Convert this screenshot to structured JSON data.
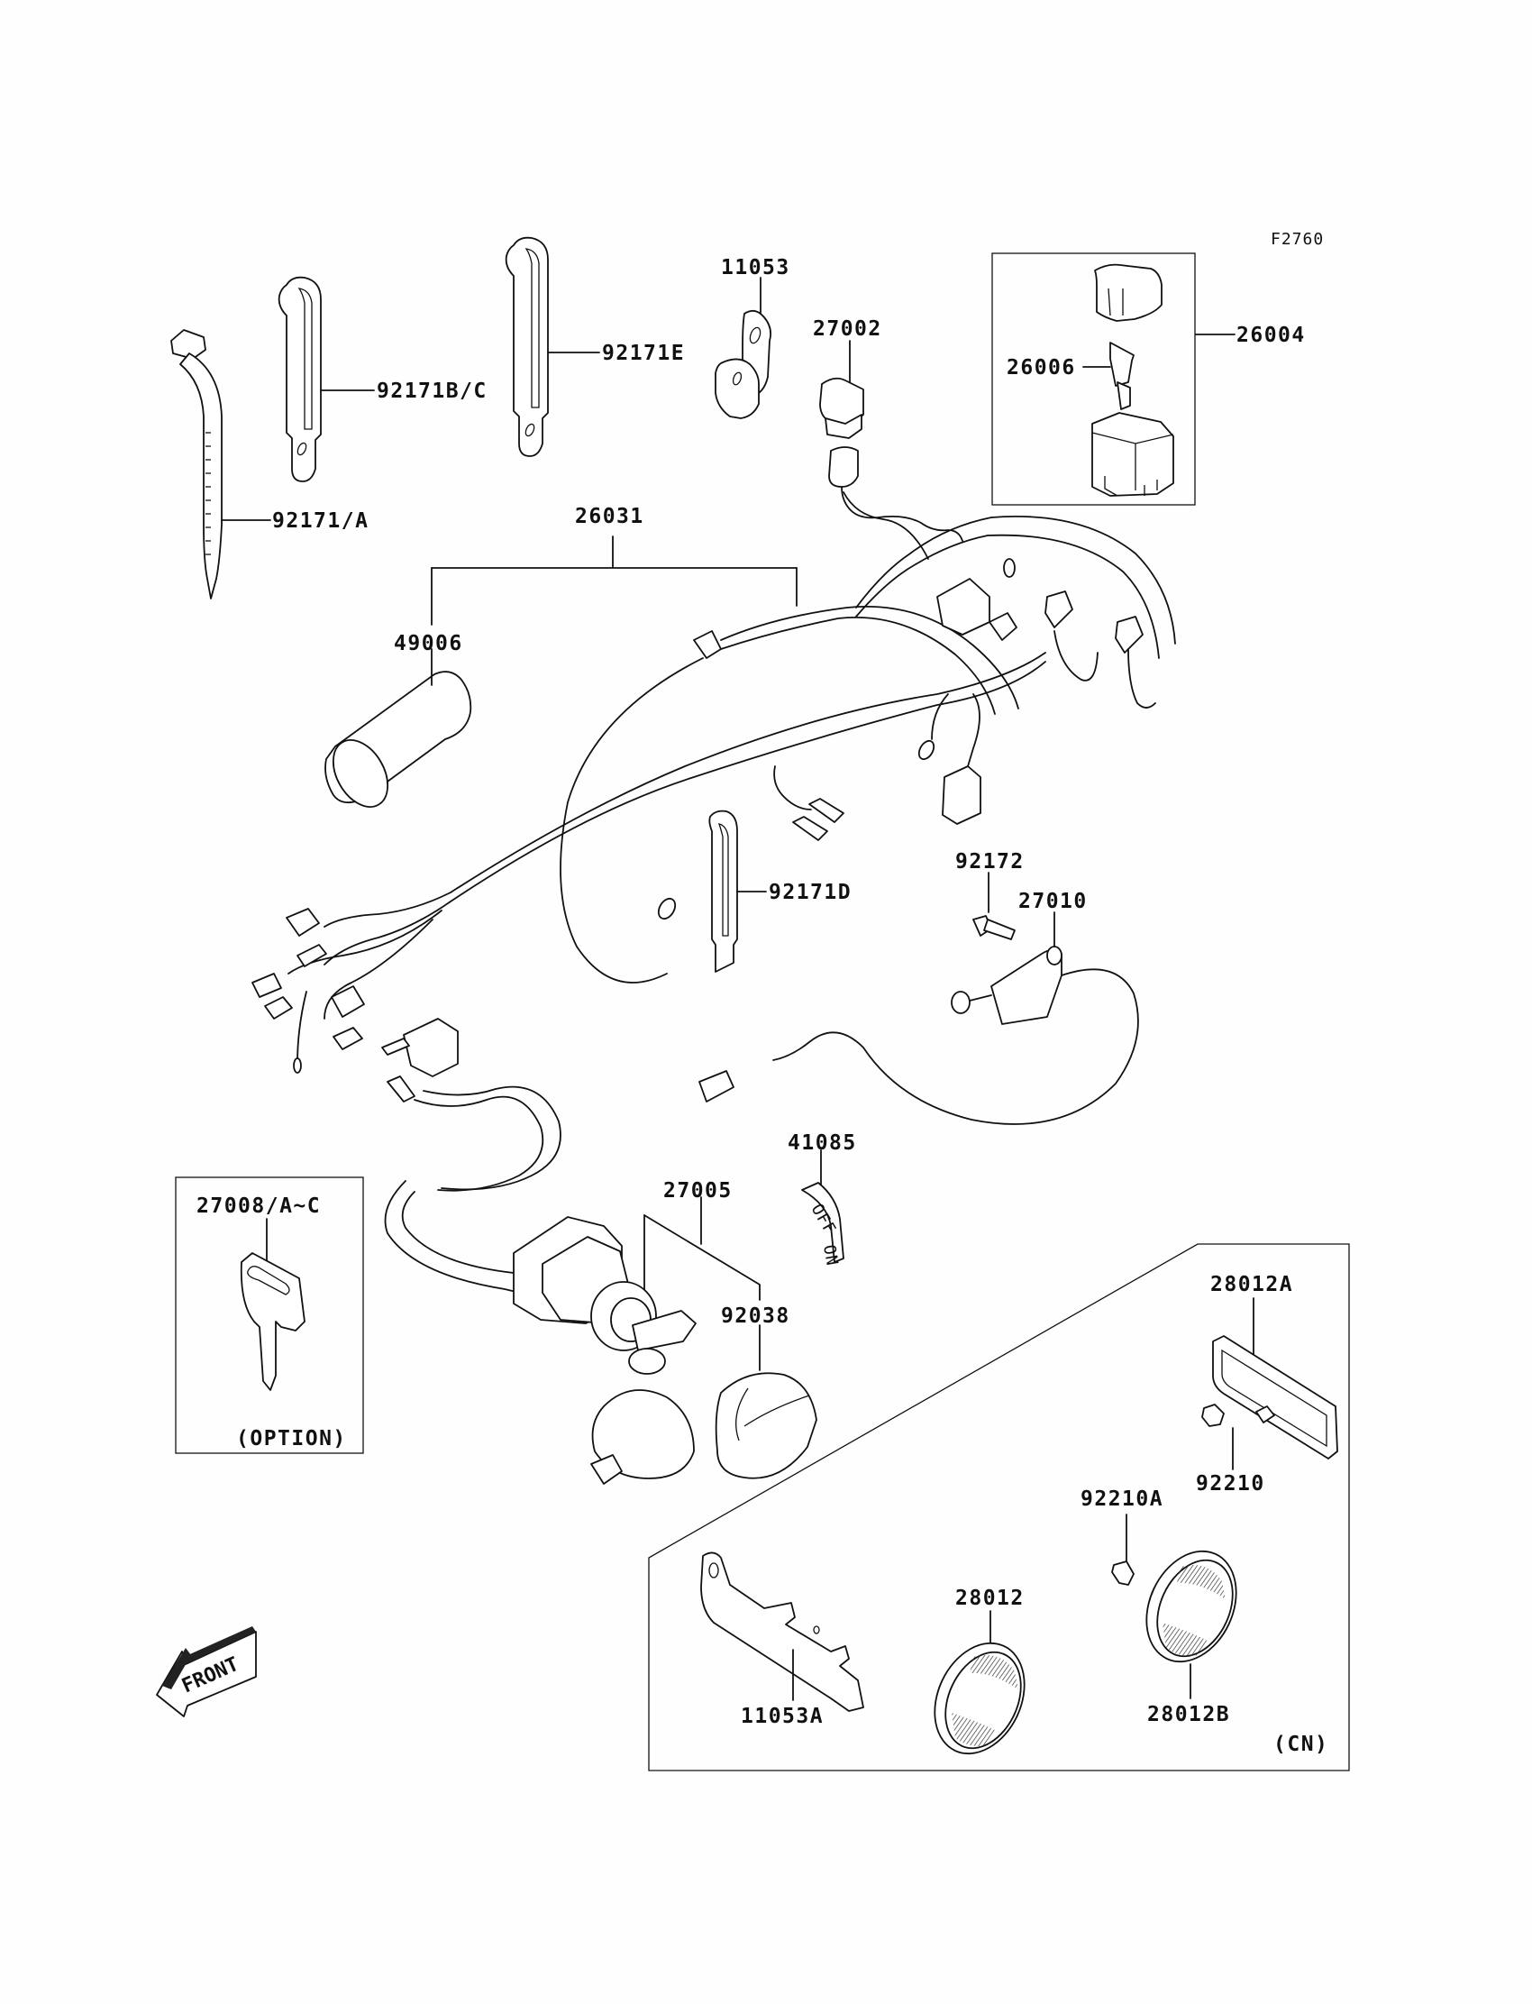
{
  "figure": {
    "figure_id": "F2760",
    "front_indicator": "FRONT",
    "groups": {
      "option_box": {
        "note": "(OPTION)"
      },
      "cn_box": {
        "note": "(CN)"
      },
      "fuse_box": {}
    }
  },
  "callouts": [
    {
      "id": "92171/A",
      "part": "clamp-tie"
    },
    {
      "id": "92171B/C",
      "part": "clamp-band"
    },
    {
      "id": "92171E",
      "part": "clamp-band"
    },
    {
      "id": "11053",
      "part": "bracket"
    },
    {
      "id": "27002",
      "part": "relay"
    },
    {
      "id": "26004",
      "part": "junction-box"
    },
    {
      "id": "26006",
      "part": "fuse"
    },
    {
      "id": "26031",
      "part": "wiring-harness"
    },
    {
      "id": "49006",
      "part": "cap"
    },
    {
      "id": "92171D",
      "part": "clamp-band"
    },
    {
      "id": "92172",
      "part": "screw"
    },
    {
      "id": "27010",
      "part": "switch"
    },
    {
      "id": "41085",
      "part": "ignition-label"
    },
    {
      "id": "27005",
      "part": "ignition-switch"
    },
    {
      "id": "27008/A~C",
      "part": "key"
    },
    {
      "id": "92038",
      "part": "cover"
    },
    {
      "id": "28012A",
      "part": "reflector-rect"
    },
    {
      "id": "92210",
      "part": "nut"
    },
    {
      "id": "92210A",
      "part": "nut"
    },
    {
      "id": "28012",
      "part": "reflector-round"
    },
    {
      "id": "11053A",
      "part": "reflector-bracket"
    },
    {
      "id": "28012B",
      "part": "reflector-round"
    }
  ],
  "label_41085_marks": [
    "OFF",
    "ON"
  ]
}
